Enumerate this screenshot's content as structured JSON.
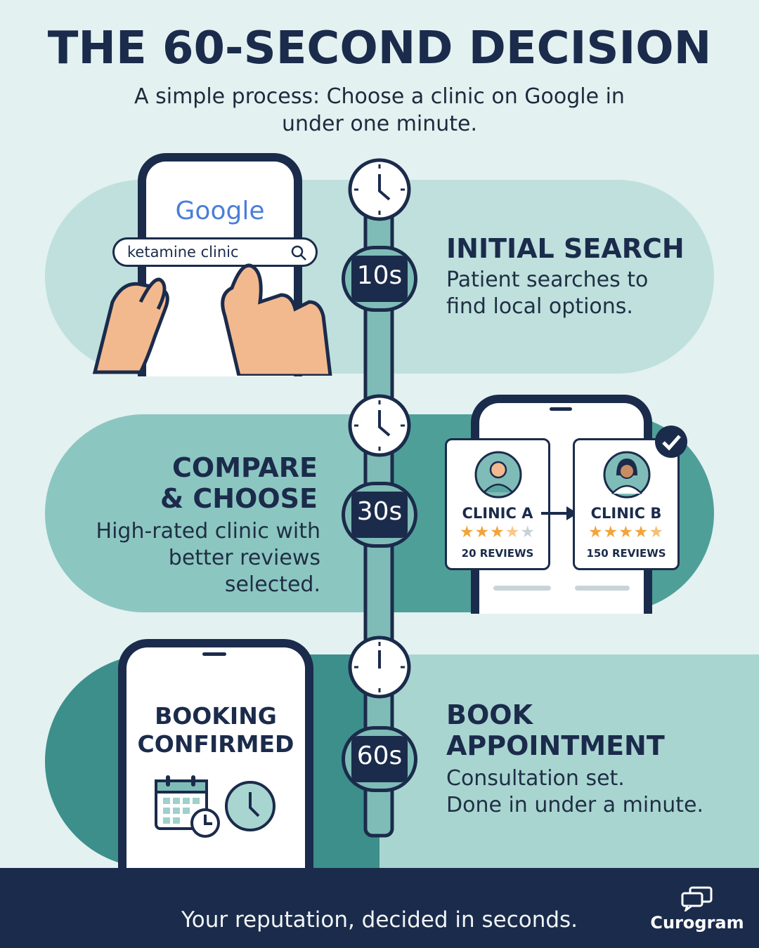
{
  "title": "THE 60-SECOND DECISION",
  "subtitle": "A simple process: Choose a clinic on Google in under one minute.",
  "colors": {
    "navy": "#1b2b4b",
    "teal_light": "#bfe0dd",
    "teal_mid": "#7fbcb7",
    "teal_dark": "#4f9f99",
    "star": "#f2a43a"
  },
  "steps": [
    {
      "time": "10s",
      "title": "INITIAL SEARCH",
      "description": "Patient searches to find local options.",
      "search_brand": "Google",
      "search_query": "ketamine clinic",
      "icon": "clock-icon"
    },
    {
      "time": "30s",
      "title_line1": "COMPARE",
      "title_line2": "& CHOOSE",
      "description": "High-rated clinic with better reviews selected.",
      "clinics": [
        {
          "name": "CLINIC A",
          "rating": 3.5,
          "reviews": "20 REVIEWS"
        },
        {
          "name": "CLINIC B",
          "rating": 4.5,
          "reviews": "150 REVIEWS"
        }
      ],
      "icon": "clock-icon"
    },
    {
      "time": "60s",
      "title_line1": "BOOK",
      "title_line2": "APPOINTMENT",
      "description_line1": "Consultation set.",
      "description_line2": "Done in under a minute.",
      "phone_line1": "BOOKING",
      "phone_line2": "CONFIRMED",
      "icon": "calendar-icon"
    }
  ],
  "footer": {
    "tagline": "Your reputation, decided in seconds.",
    "brand": "Curogram",
    "brand_icon": "chat-bubbles-icon"
  }
}
